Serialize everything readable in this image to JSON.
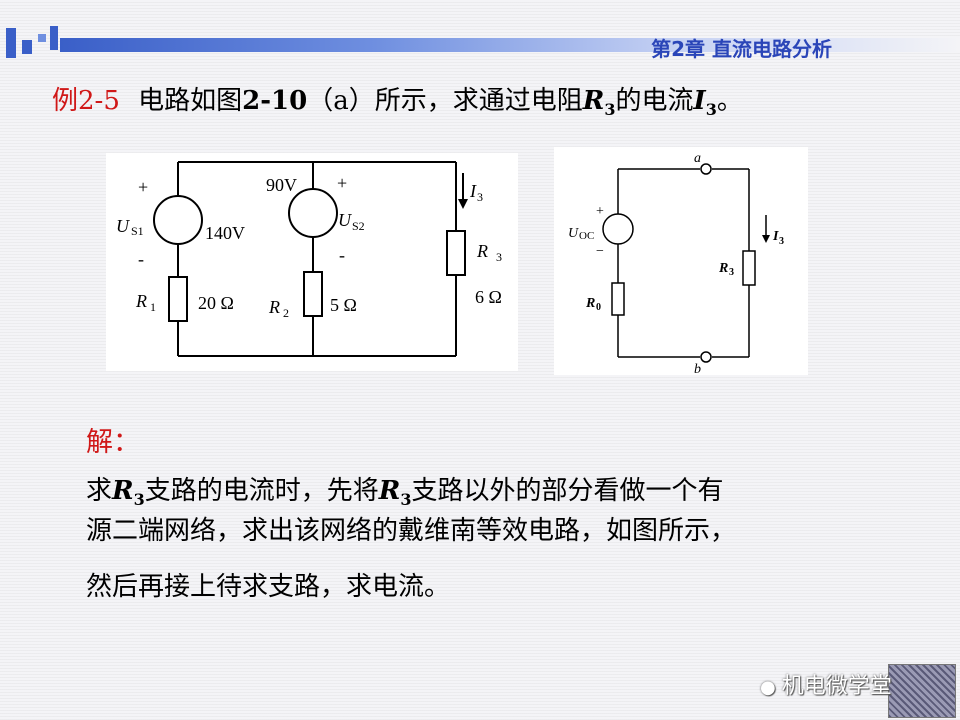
{
  "header": {
    "chapter": "第2章 直流电路分析"
  },
  "example": {
    "num": "例2-5",
    "text1": "电路如图",
    "fig": "2-10",
    "text2": "（a）所示，求通过电阻",
    "r": "R",
    "sub": "3",
    "text3": "的电流",
    "i": "I",
    "end": "。"
  },
  "circuit_a": {
    "us1": "U",
    "us1_sub": "S1",
    "v140": "140V",
    "us2": "U",
    "us2_sub": "S2",
    "v90": "90V",
    "r1": "R",
    "r1_sub": "1",
    "r1_val": "20 Ω",
    "r2": "R",
    "r2_sub": "2",
    "r2_val": "5 Ω",
    "r3": "R",
    "r3_sub": "3",
    "r3_val": "6 Ω",
    "i3": "I",
    "i3_sub": "3",
    "plus": "+",
    "minus": "-"
  },
  "circuit_b": {
    "a": "a",
    "b": "b",
    "uoc": "U",
    "uoc_sub": "OC",
    "r0": "R",
    "r0_sub": "0",
    "r3": "R",
    "r3_sub": "3",
    "i3": "I",
    "i3_sub": "3",
    "plus": "+",
    "minus": "−"
  },
  "solution": {
    "label": "解：",
    "p1a": "求",
    "r": "R",
    "sub": "3",
    "p1b": "支路的电流时，先将",
    "p1c": "支路以外的部分看做一个有",
    "p2": "源二端网络，求出该网络的戴维南等效电路，如图所示，",
    "p3": "然后再接上待求支路，求电流。"
  },
  "watermark": "机电微学堂",
  "colors": {
    "accent_blue": "#3a5fc8",
    "title_red": "#d01818",
    "chapter_blue": "#2a45b8"
  }
}
